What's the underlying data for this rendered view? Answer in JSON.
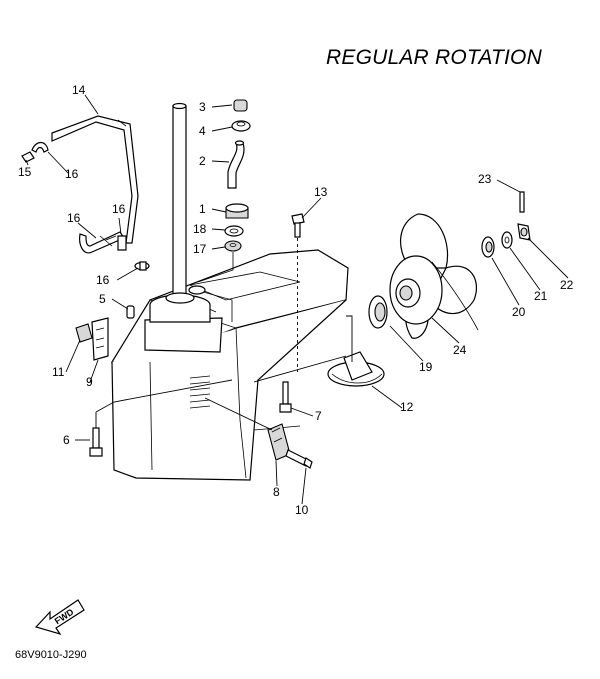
{
  "title": "REGULAR ROTATION",
  "drawing_code": "68V9010-J290",
  "fwd_label": "FWD",
  "callouts": [
    "1",
    "2",
    "3",
    "4",
    "5",
    "6",
    "7",
    "8",
    "9",
    "10",
    "11",
    "12",
    "13",
    "14",
    "15",
    "16",
    "16",
    "16",
    "16",
    "17",
    "18",
    "19",
    "20",
    "21",
    "22",
    "23",
    "24"
  ]
}
